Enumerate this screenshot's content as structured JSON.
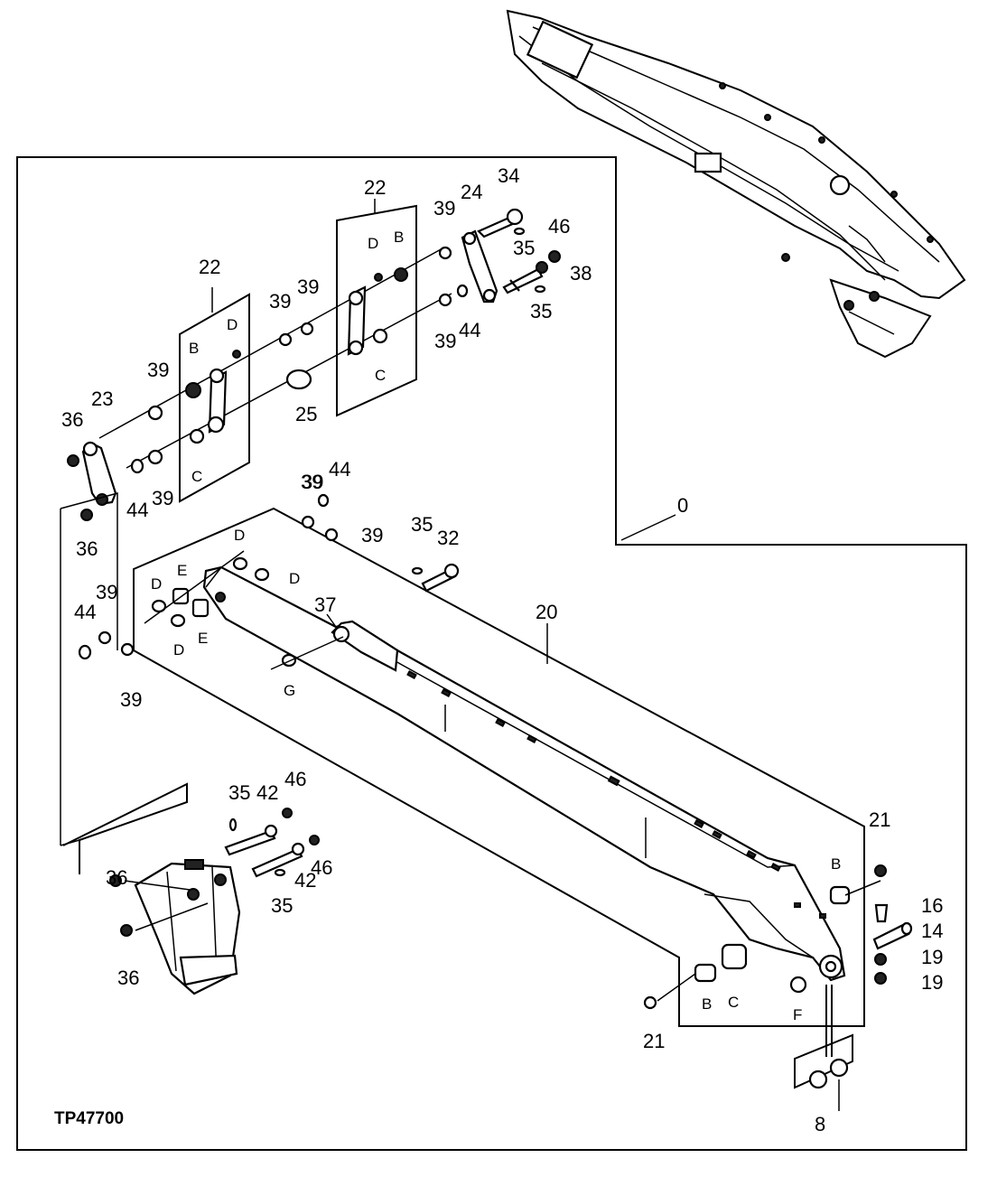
{
  "figure_code": "TP47700",
  "part_callouts": [
    {
      "id": "c0",
      "text": "0"
    },
    {
      "id": "c8",
      "text": "8"
    },
    {
      "id": "c14",
      "text": "14"
    },
    {
      "id": "c16",
      "text": "16"
    },
    {
      "id": "c19a",
      "text": "19"
    },
    {
      "id": "c19b",
      "text": "19"
    },
    {
      "id": "c20",
      "text": "20"
    },
    {
      "id": "c21a",
      "text": "21"
    },
    {
      "id": "c21b",
      "text": "21"
    },
    {
      "id": "c22a",
      "text": "22"
    },
    {
      "id": "c22b",
      "text": "22"
    },
    {
      "id": "c23",
      "text": "23"
    },
    {
      "id": "c24",
      "text": "24"
    },
    {
      "id": "c25",
      "text": "25"
    },
    {
      "id": "c32",
      "text": "32"
    },
    {
      "id": "c34",
      "text": "34"
    },
    {
      "id": "c35a",
      "text": "35"
    },
    {
      "id": "c35b",
      "text": "35"
    },
    {
      "id": "c35c",
      "text": "35"
    },
    {
      "id": "c35d",
      "text": "35"
    },
    {
      "id": "c35e",
      "text": "35"
    },
    {
      "id": "c36a",
      "text": "36"
    },
    {
      "id": "c36b",
      "text": "36"
    },
    {
      "id": "c36c",
      "text": "36"
    },
    {
      "id": "c36d",
      "text": "36"
    },
    {
      "id": "c37",
      "text": "37"
    },
    {
      "id": "c38",
      "text": "38"
    },
    {
      "id": "c39a",
      "text": "39"
    },
    {
      "id": "c39b",
      "text": "39"
    },
    {
      "id": "c39c",
      "text": "39"
    },
    {
      "id": "c39d",
      "text": "39"
    },
    {
      "id": "c39e",
      "text": "39"
    },
    {
      "id": "c39f",
      "text": "39"
    },
    {
      "id": "c39g",
      "text": "39"
    },
    {
      "id": "c39h",
      "text": "39"
    },
    {
      "id": "c39i",
      "text": "39"
    },
    {
      "id": "c39j",
      "text": "39"
    },
    {
      "id": "c39k",
      "text": "39"
    },
    {
      "id": "c42a",
      "text": "42"
    },
    {
      "id": "c42b",
      "text": "42"
    },
    {
      "id": "c44a",
      "text": "44"
    },
    {
      "id": "c44b",
      "text": "44"
    },
    {
      "id": "c44c",
      "text": "44"
    },
    {
      "id": "c44d",
      "text": "44"
    },
    {
      "id": "c46a",
      "text": "46"
    },
    {
      "id": "c46b",
      "text": "46"
    },
    {
      "id": "c46c",
      "text": "46"
    }
  ],
  "bushing_letters": [
    {
      "id": "lB1",
      "text": "B"
    },
    {
      "id": "lB2",
      "text": "B"
    },
    {
      "id": "lB3",
      "text": "B"
    },
    {
      "id": "lB4",
      "text": "B"
    },
    {
      "id": "lC1",
      "text": "C"
    },
    {
      "id": "lC2",
      "text": "C"
    },
    {
      "id": "lC3",
      "text": "C"
    },
    {
      "id": "lD1",
      "text": "D"
    },
    {
      "id": "lD2",
      "text": "D"
    },
    {
      "id": "lD3",
      "text": "D"
    },
    {
      "id": "lD4",
      "text": "D"
    },
    {
      "id": "lD5",
      "text": "D"
    },
    {
      "id": "lD6",
      "text": "D"
    },
    {
      "id": "lD7",
      "text": "D"
    },
    {
      "id": "lE1",
      "text": "E"
    },
    {
      "id": "lE2",
      "text": "E"
    },
    {
      "id": "lF1",
      "text": "F"
    },
    {
      "id": "lG1",
      "text": "G"
    }
  ]
}
